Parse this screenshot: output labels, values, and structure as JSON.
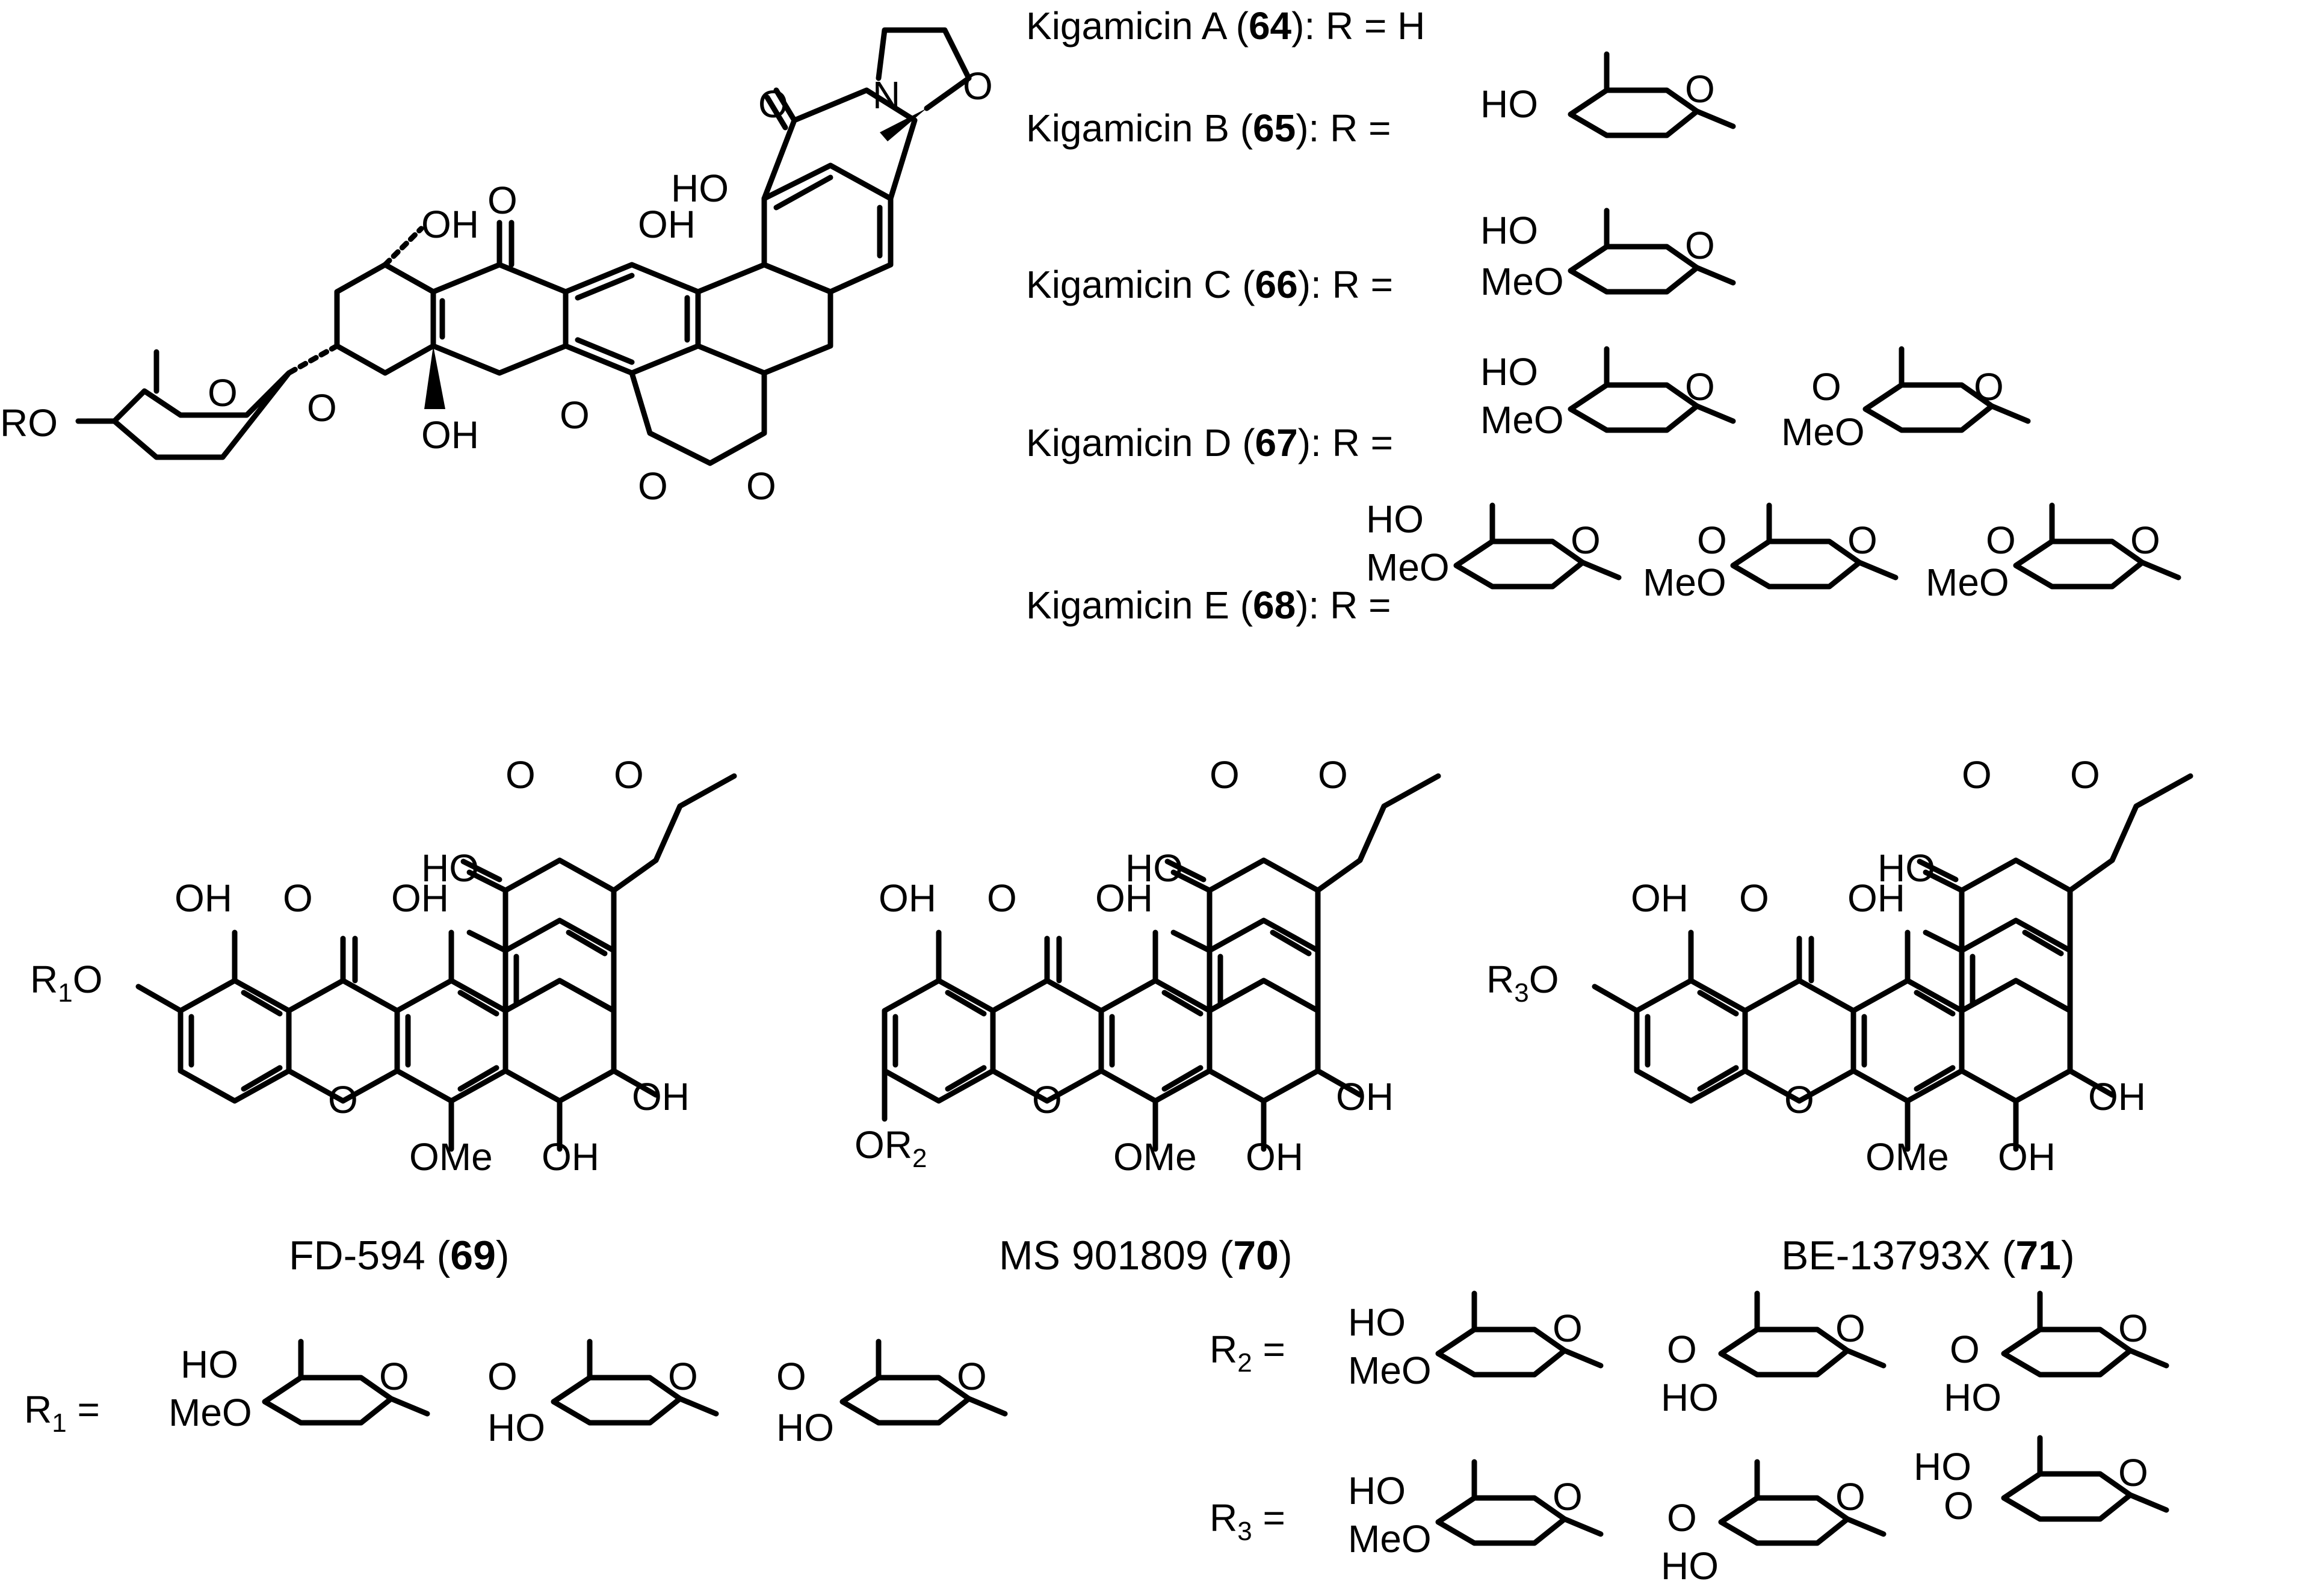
{
  "kigamicin": {
    "a": {
      "prefix": "Kigamicin A (",
      "num": "64",
      "suffix": "): R = H"
    },
    "b": {
      "prefix": "Kigamicin B (",
      "num": "65",
      "suffix": "): R ="
    },
    "c": {
      "prefix": "Kigamicin C (",
      "num": "66",
      "suffix": "): R ="
    },
    "d": {
      "prefix": "Kigamicin D (",
      "num": "67",
      "suffix": "): R ="
    },
    "e": {
      "prefix": "Kigamicin E (",
      "num": "68",
      "suffix": "): R ="
    }
  },
  "compounds": {
    "fd594": {
      "prefix": "FD-594 (",
      "num": "69",
      "suffix": ")"
    },
    "ms901809": {
      "prefix": "MS 901809 (",
      "num": "70",
      "suffix": ")"
    },
    "be13793x": {
      "prefix": "BE-13793X (",
      "num": "71",
      "suffix": ")"
    }
  },
  "r_labels": {
    "r1": {
      "main": "R",
      "sub": "1",
      "eq": " ="
    },
    "r2": {
      "main": "R",
      "sub": "2",
      "eq": " ="
    },
    "r3": {
      "main": "R",
      "sub": "3",
      "eq": " ="
    }
  },
  "atoms": {
    "oh": "OH",
    "ho": "HO",
    "o": "O",
    "n": "N",
    "meo": "MeO",
    "ome": "OMe",
    "ro": "RO"
  }
}
